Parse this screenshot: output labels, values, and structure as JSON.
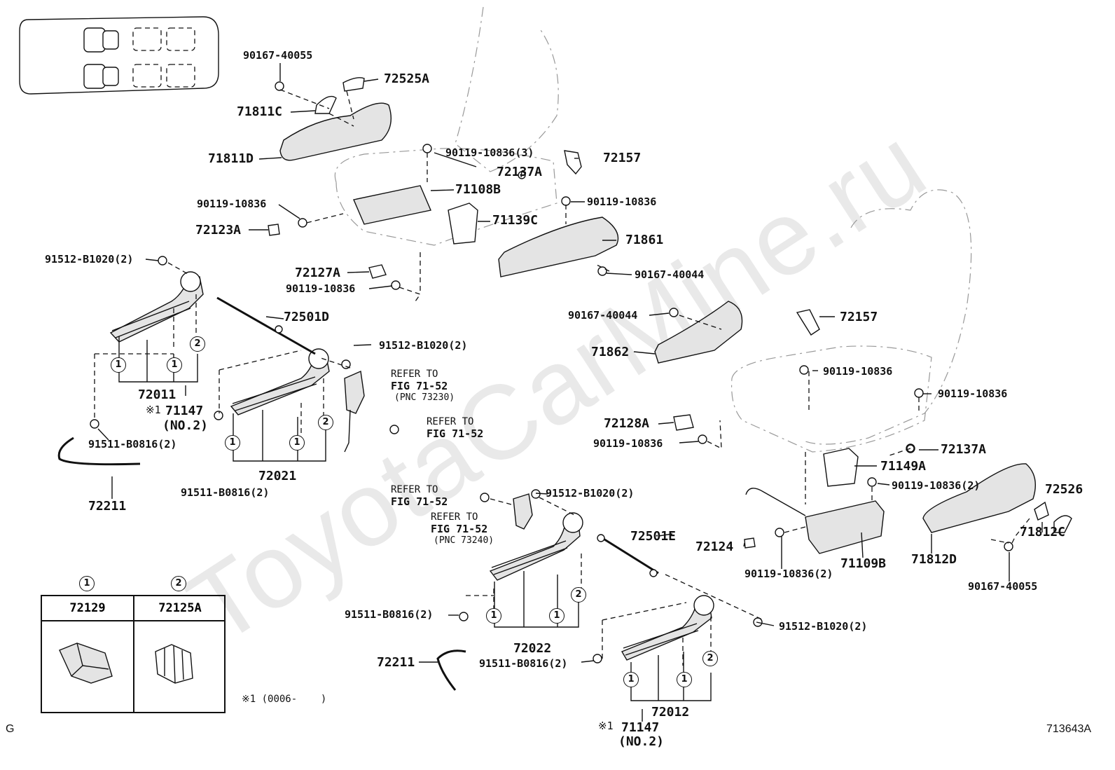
{
  "watermark": "ToyotaCarMine.ru",
  "corner_left": "G",
  "figure_id": "713643A",
  "footnote": "※1 (0006-    )",
  "callouts": {
    "p90167_40055_a": "90167-40055",
    "p72525A": "72525A",
    "p71811C": "71811C",
    "p71811D": "71811D",
    "p90119_10836_3": "90119-10836(3)",
    "p72157_a": "72157",
    "p72137A_a": "72137A",
    "p71108B": "71108B",
    "p90119_10836_a": "90119-10836",
    "p72123A": "72123A",
    "p71139C": "71139C",
    "p90119_10836_b": "90119-10836",
    "p71861": "71861",
    "p91512_B1020_a": "91512-B1020(2)",
    "p72127A": "72127A",
    "p90119_10836_c": "90119-10836",
    "p90167_40044_a": "90167-40044",
    "p72501D": "72501D",
    "p90167_40044_b": "90167-40044",
    "p72157_b": "72157",
    "p71862": "71862",
    "p91512_B1020_b": "91512-B1020(2)",
    "refer_a1": "REFER TO",
    "refer_a2": "FIG 71-52",
    "refer_a3": "(PNC 73230)",
    "refer_b1": "REFER TO",
    "refer_b2": "FIG 71-52",
    "p72011": "72011",
    "note_a": "※1",
    "p71147_a": "71147",
    "no2_a": "(NO.2)",
    "p91511_B0816_a": "91511-B0816(2)",
    "p72211_a": "72211",
    "p72021": "72021",
    "p91511_B0816_b": "91511-B0816(2)",
    "p90119_10836_d": "90119-10836",
    "p90119_10836_e": "90119-10836",
    "p72128A": "72128A",
    "p90119_10836_f": "90119-10836",
    "p72137A_b": "72137A",
    "p71149A": "71149A",
    "p90119_10836_2a": "90119-10836(2)",
    "p72526": "72526",
    "refer_c1": "REFER TO",
    "refer_c2": "FIG 71-52",
    "p91512_B1020_c": "91512-B1020(2)",
    "refer_d1": "REFER TO",
    "refer_d2": "FIG 71-52",
    "refer_d3": "(PNC 73240)",
    "p72501E": "72501E",
    "p72124": "72124",
    "p90119_10836_2b": "90119-10836(2)",
    "p71109B": "71109B",
    "p71812D": "71812D",
    "p71812C": "71812C",
    "p90167_40055_b": "90167-40055",
    "p91511_B0816_c": "91511-B0816(2)",
    "p72022": "72022",
    "p91512_B1020_d": "91512-B1020(2)",
    "p72211_b": "72211",
    "p91511_B0816_d": "91511-B0816(2)",
    "p72012": "72012",
    "note_b": "※1",
    "p71147_b": "71147",
    "no2_b": "(NO.2)"
  },
  "circle_markers": {
    "one": "1",
    "two": "2"
  },
  "legend": {
    "col1_header": "72129",
    "col2_header": "72125A",
    "col1_marker": "1",
    "col2_marker": "2"
  }
}
